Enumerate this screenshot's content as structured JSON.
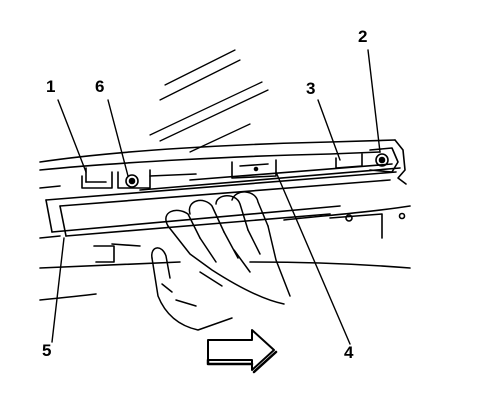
{
  "diagram": {
    "callouts": [
      {
        "id": "c1",
        "label": "1"
      },
      {
        "id": "c2",
        "label": "2"
      },
      {
        "id": "c3",
        "label": "3"
      },
      {
        "id": "c4",
        "label": "4"
      },
      {
        "id": "c5",
        "label": "5"
      },
      {
        "id": "c6",
        "label": "6"
      }
    ],
    "direction_arrow_icon": "right-arrow-icon",
    "colors": {
      "line": "#000000",
      "background": "#ffffff"
    }
  }
}
